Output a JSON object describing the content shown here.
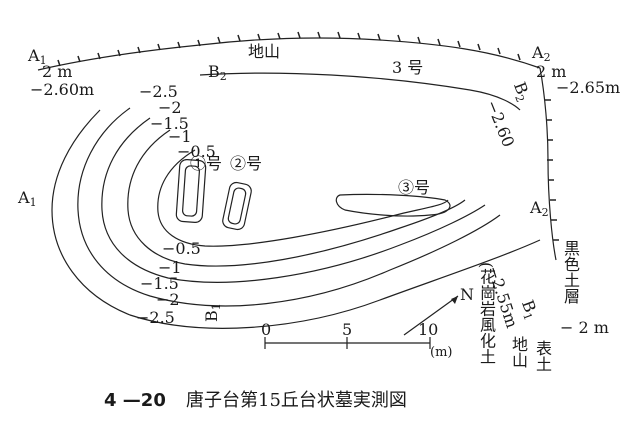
{
  "caption": {
    "number": "4 —20",
    "title": "唐子台第15丘台状墓実測図"
  },
  "contour_labels": {
    "c1": "−2.5",
    "c2": "−2",
    "c3": "−1.5",
    "c4": "−1",
    "c5": "−0.5",
    "c6": "−0.5",
    "c7": "−1",
    "c8": "−1.5",
    "c9": "−2",
    "c10": "−2.5",
    "c11": "−2.60"
  },
  "points": {
    "a1_top": {
      "letter": "A",
      "sub": "1"
    },
    "a2_top": {
      "letter": "A",
      "sub": "2"
    },
    "b2_top": {
      "letter": "B",
      "sub": "2"
    },
    "b2_right": {
      "letter": "B",
      "sub": "2"
    },
    "a1_left": {
      "letter": "A",
      "sub": "1"
    },
    "a2_right": {
      "letter": "A",
      "sub": "2"
    },
    "b1_bottom": {
      "letter": "B",
      "sub": "1"
    },
    "b1_right": {
      "letter": "B",
      "sub": "1"
    }
  },
  "elevations": {
    "left_2m": "2 m",
    "left_260": "−2.60m",
    "right_2m": "2 m",
    "right_265": "−2.65m",
    "right_255": "−2.55m",
    "bottom_2m": "− 2 m"
  },
  "features": {
    "chizan_top": "地山",
    "mound3": "3 号",
    "grave1": "①号",
    "grave2": "②号",
    "grave3": "③号"
  },
  "soil_layers": {
    "black": "黒色土層",
    "granite": "(花崗岩風化土",
    "surface": "表土",
    "chizan": "地山"
  },
  "scale": {
    "t0": "0",
    "t5": "5",
    "t10": "10",
    "unit": "(m)",
    "north": "N"
  }
}
